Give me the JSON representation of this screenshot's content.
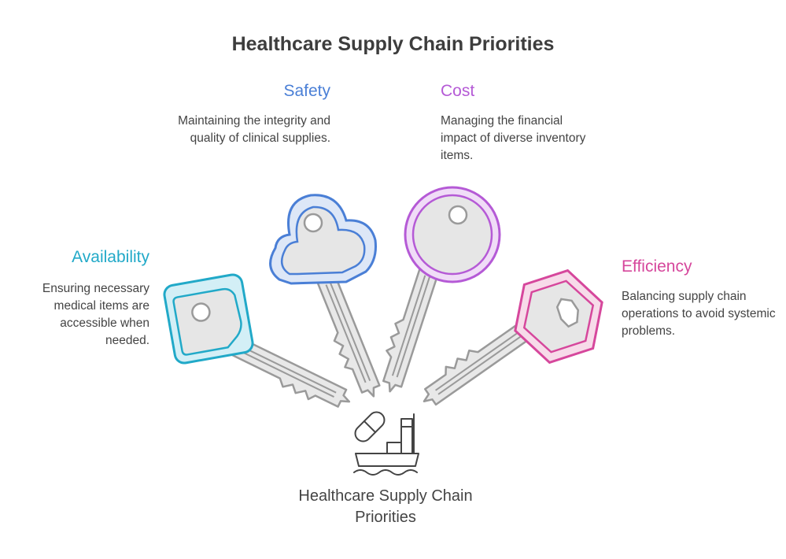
{
  "title": "Healthcare Supply Chain Priorities",
  "items": [
    {
      "key": "safety",
      "heading": "Safety",
      "description": "Maintaining the integrity and quality of clinical supplies.",
      "color": "#4a7fd6"
    },
    {
      "key": "cost",
      "heading": "Cost",
      "description": "Managing the financial impact of diverse inventory items.",
      "color": "#b55ad6"
    },
    {
      "key": "availability",
      "heading": "Availability",
      "description": "Ensuring necessary medical items are accessible when needed.",
      "color": "#21a9c8"
    },
    {
      "key": "efficiency",
      "heading": "Efficiency",
      "description": "Balancing supply chain operations to avoid systemic problems.",
      "color": "#d6479c"
    }
  ],
  "center": {
    "label": "Healthcare Supply Chain Priorities",
    "icon": "pill-ship-icon"
  }
}
